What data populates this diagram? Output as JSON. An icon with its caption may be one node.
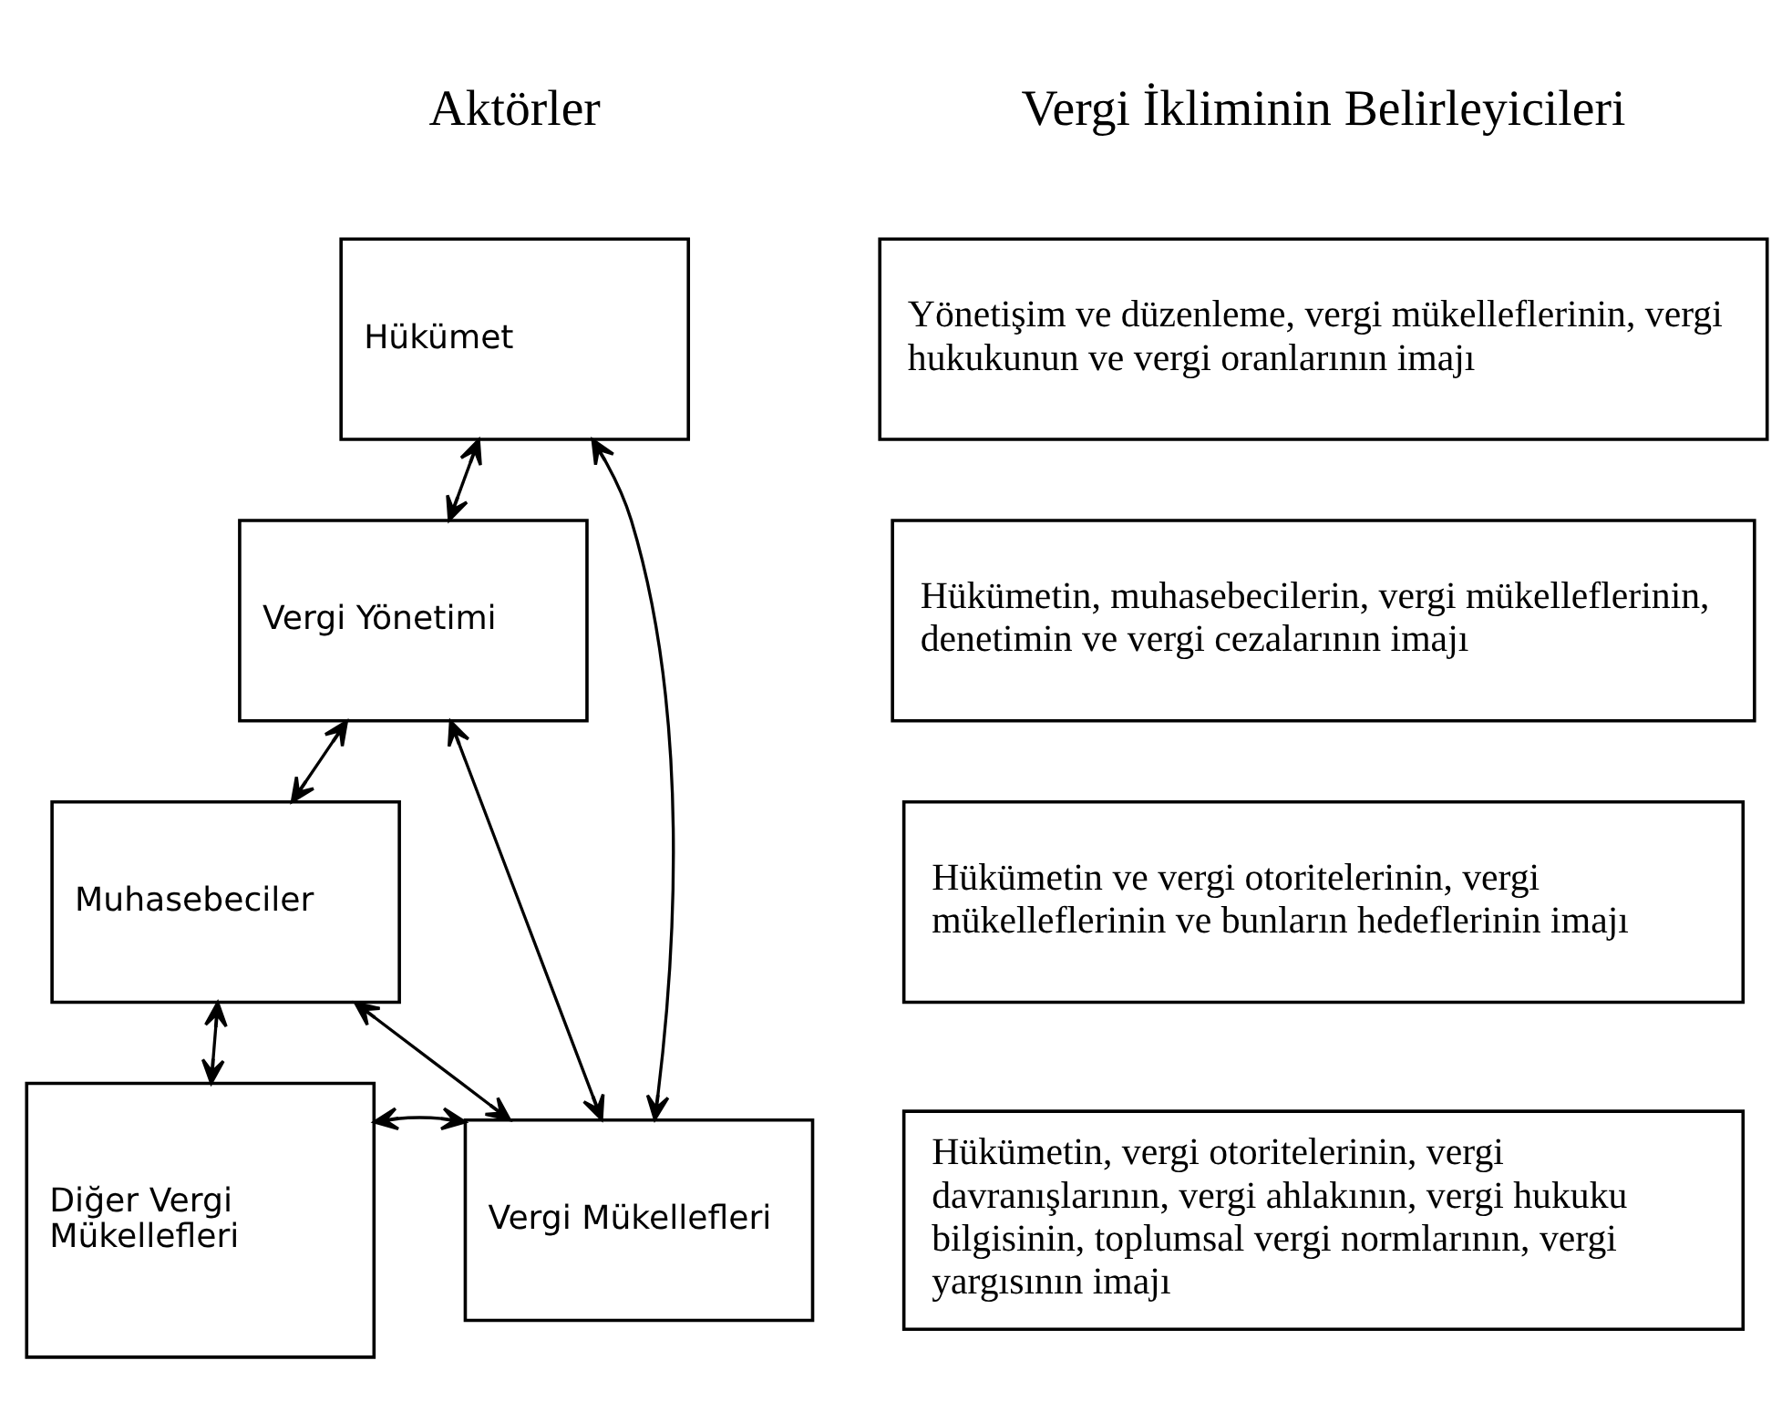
{
  "diagram": {
    "nodes": [
      {
        "text": [
          "Hükümet"
        ]
      },
      {
        "text": [
          "Vergi Yönetimi"
        ]
      },
      {
        "text": [
          "Muhasebeciler"
        ]
      },
      {
        "text": [
          "Diğer Vergi Mükellefleri"
        ]
      },
      {
        "text": [
          "Vergi Mükellefleri"
        ]
      },
      {
        "text": [
          "Yönetişim ve düzenleme, vergi mükelleflerinin, vergi hukukunun ve vergi oranlarının imajı"
        ]
      },
      {
        "text": [
          "Hükümetin, muhasebecilerin, vergi mükelleflerinin, denetimin ve vergi cezalarının imajı"
        ]
      },
      {
        "text": [
          "Hükümetin ve vergi otoritelerinin, vergi mükelleflerinin ve bunların hedeflerinin imajı"
        ]
      },
      {
        "text": [
          "Hükümetin, vergi otoritelerinin, vergi davranışlarının, vergi ahlakının, vergi hukuku bilgisinin, toplumsal vergi normlarının, vergi yargısının imajı"
        ]
      }
    ],
    "edges": [
      {
        "from": 0,
        "to": 1,
        "arrow": "both"
      },
      {
        "from": 1,
        "to": 2,
        "arrow": "both"
      },
      {
        "from": 2,
        "to": 3,
        "arrow": "both"
      },
      {
        "from": 3,
        "to": 4,
        "arrow": "both"
      },
      {
        "from": 0,
        "to": 4,
        "arrow": "both"
      },
      {
        "from": 1,
        "to": 4,
        "arrow": "both"
      },
      {
        "from": 2,
        "to": 4,
        "arrow": "both"
      }
    ],
    "labels": [
      "Aktörler",
      "Vergi İkliminin Belirleyicileri"
    ]
  }
}
